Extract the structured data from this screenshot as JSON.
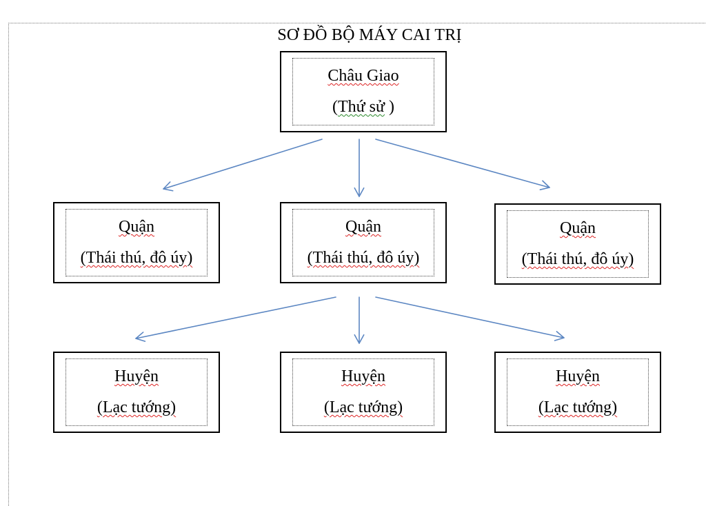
{
  "diagram": {
    "title": "SƠ ĐỒ BỘ MÁY CAI TRỊ",
    "top": {
      "name": "Châu Giao",
      "role_open": "(",
      "role": "Thứ sử",
      "role_close": " )"
    },
    "middle": [
      {
        "name": "Quận",
        "role": "(Thái thú, đô úy)"
      },
      {
        "name": "Quận",
        "role": "(Thái thú, đô úy)"
      },
      {
        "name": "Quận",
        "role": "(Thái thú, đô úy)"
      }
    ],
    "bottom": [
      {
        "name": "Huyện",
        "role": "(Lạc tướng)"
      },
      {
        "name": "Huyện",
        "role": "(Lạc tướng)"
      },
      {
        "name": "Huyện",
        "role": "(Lạc tướng)"
      }
    ],
    "arrow_color": "#5b86c2"
  }
}
